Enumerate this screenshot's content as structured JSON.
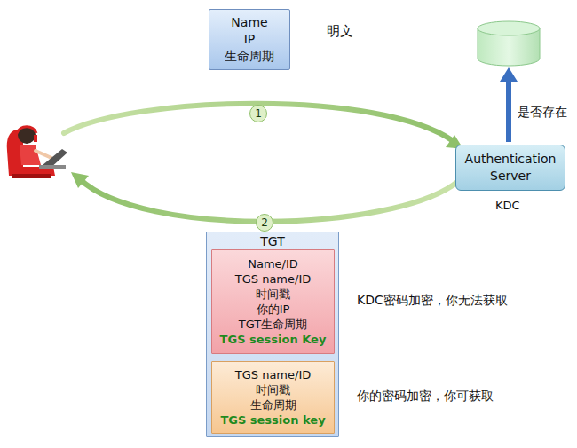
{
  "diagram": {
    "nodes": [
      {
        "text": [
          "Name",
          "IP",
          "生命周期"
        ]
      },
      {
        "text": [
          "Authentication Server",
          "KDC"
        ]
      },
      {
        "text": [
          "TGT"
        ]
      },
      {
        "text": [
          "Name/ID",
          "TGS name/ID",
          "时间戳",
          "你的IP",
          "TGT生命周期",
          "TGS session Key"
        ],
        "in": 2
      },
      {
        "text": [
          "TGS name/ID",
          "时间戳",
          "生命周期",
          "TGS session key"
        ],
        "in": 2
      }
    ],
    "labels": [
      "明文",
      "1",
      "2",
      "是否存在",
      "KDC密码加密，你无法获取",
      "你的密码加密，你可获取"
    ]
  }
}
